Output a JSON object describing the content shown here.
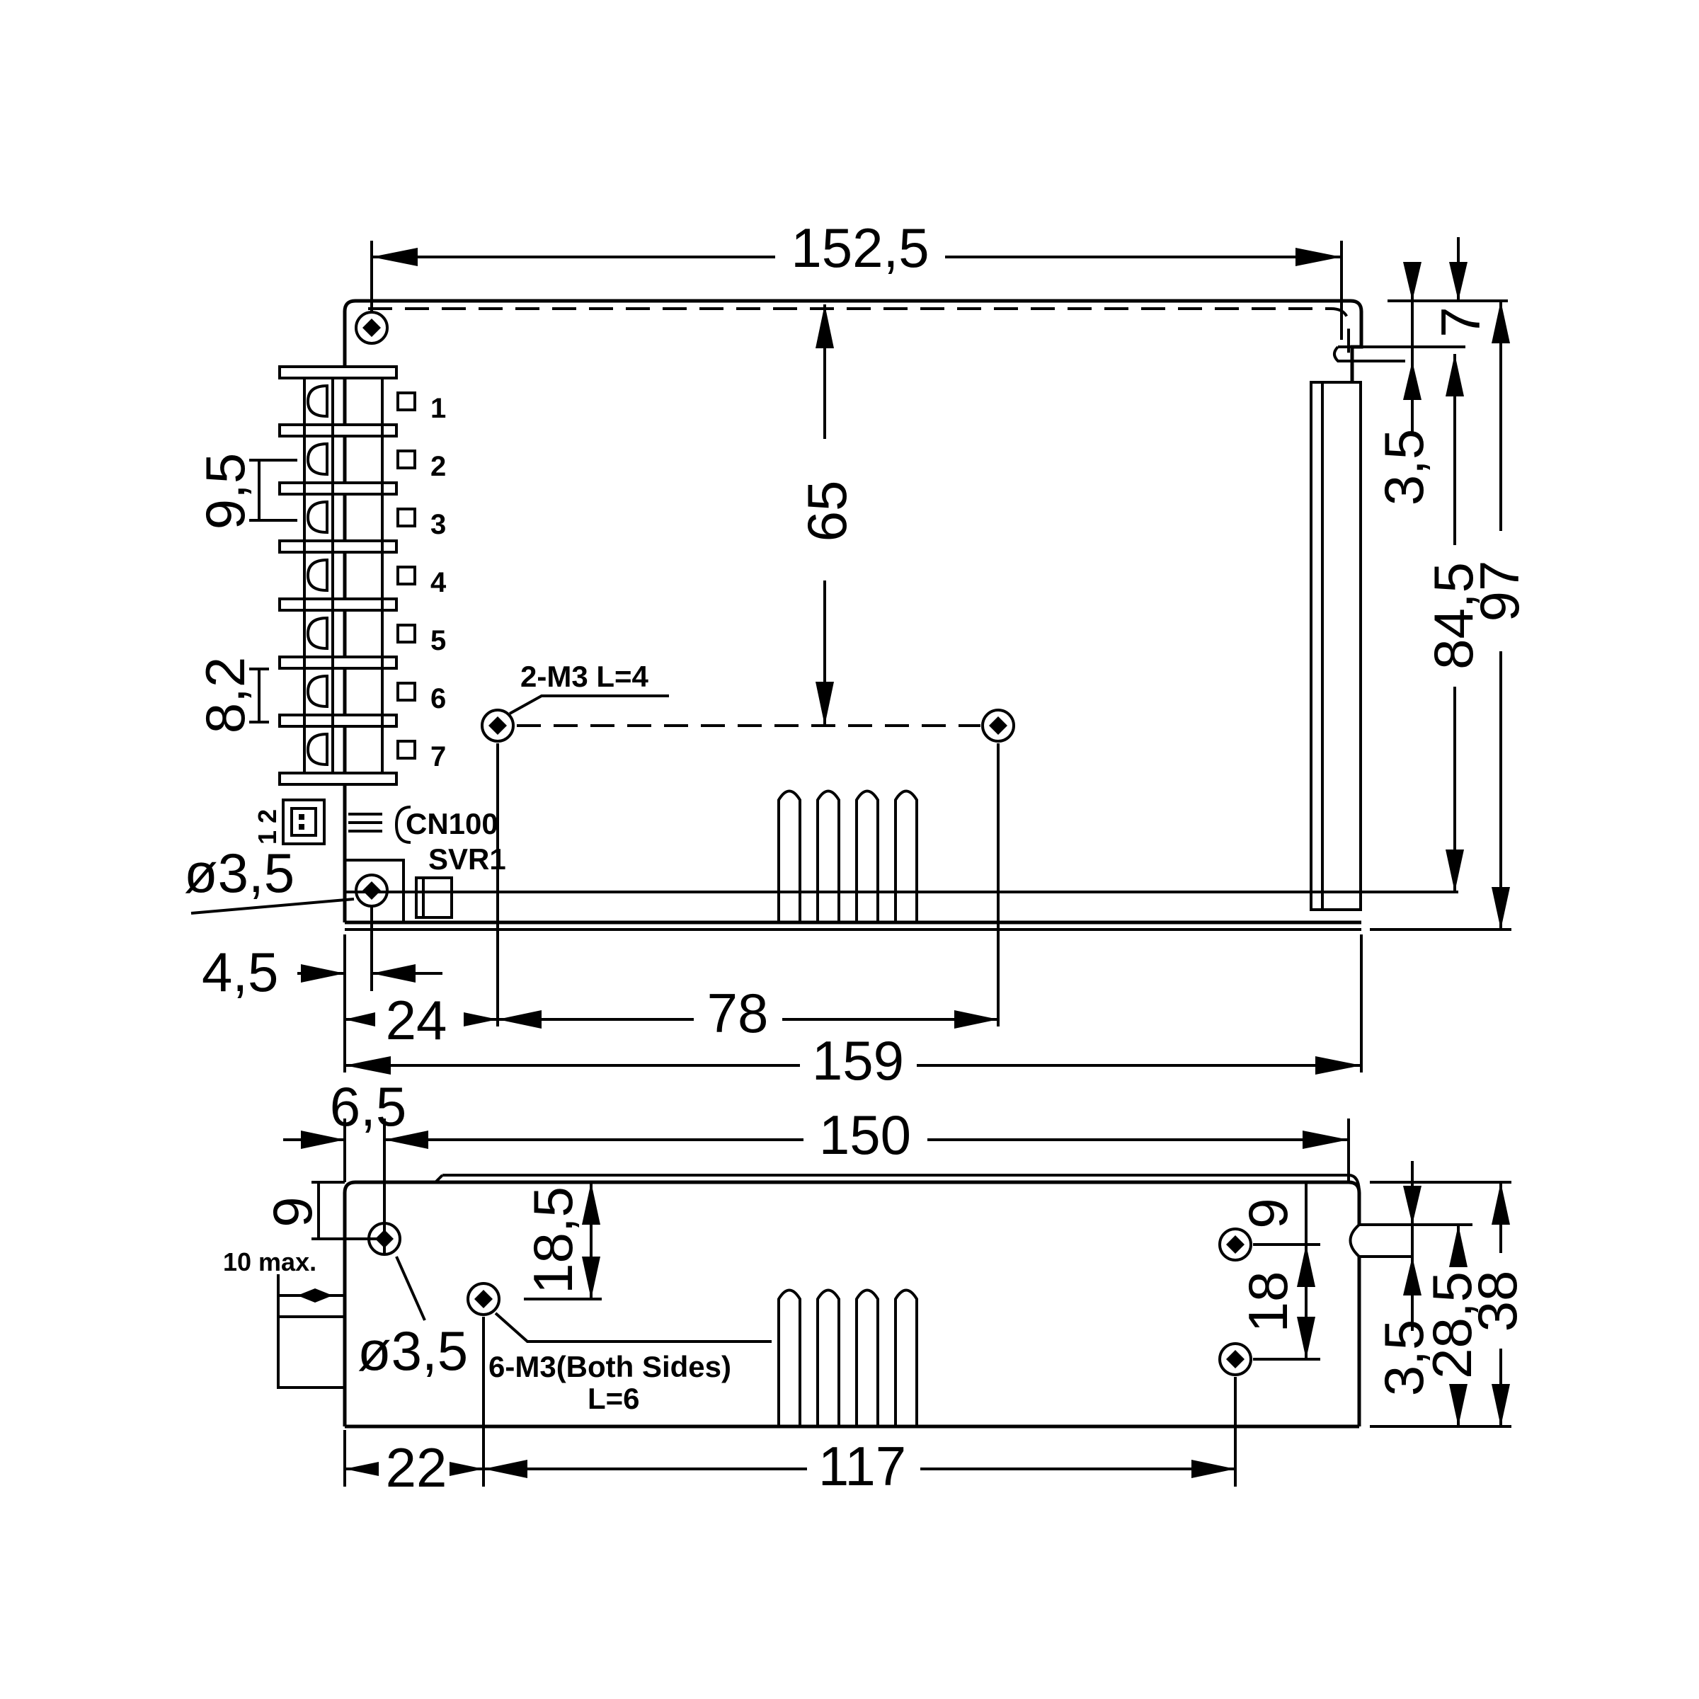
{
  "top_view": {
    "dims": {
      "overall_width_inner": "152,5",
      "mount_height": "65",
      "pitch_a": "9,5",
      "pitch_b": "8,2",
      "bracket_small": "7",
      "bracket_gap": "3,5",
      "slot_height": "84,5",
      "overall_height": "97",
      "hole_dia": "ø3,5",
      "hole_offset": "4,5",
      "hole_x1": "24",
      "hole_spacing": "78",
      "overall_width": "159"
    },
    "terminal_pins": [
      "1",
      "2",
      "3",
      "4",
      "5",
      "6",
      "7"
    ],
    "labels": {
      "screw_note": "2-M3 L=4",
      "connector": "CN100",
      "connector_pins": "1 2",
      "trimmer": "SVR1"
    }
  },
  "side_view": {
    "dims": {
      "edge_offset": "6,5",
      "length": "150",
      "top_margin": "9",
      "screw_depth": "18,5",
      "right_top": "9",
      "right_spacing": "18",
      "bracket_gap": "3,5",
      "inner_height": "28,5",
      "overall_height": "38",
      "hole_dia": "ø3,5",
      "hole_x1": "22",
      "hole_spacing": "117"
    },
    "labels": {
      "protrusion": "10 max.",
      "screw_note": "6-M3(Both Sides)",
      "screw_length": "L=6"
    }
  }
}
